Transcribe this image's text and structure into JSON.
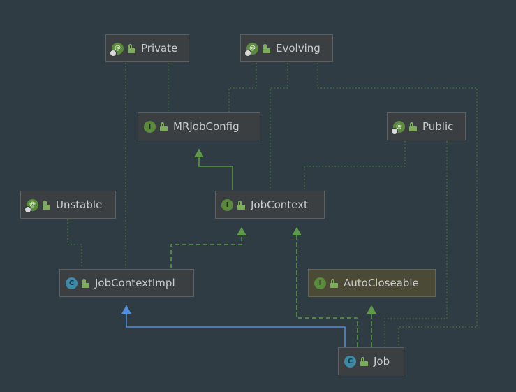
{
  "nodes": {
    "private": {
      "label": "Private",
      "kind": "annotation",
      "badge": "@"
    },
    "evolving": {
      "label": "Evolving",
      "kind": "annotation",
      "badge": "@"
    },
    "mrjobconfig": {
      "label": "MRJobConfig",
      "kind": "interface",
      "badge": "I"
    },
    "public": {
      "label": "Public",
      "kind": "annotation",
      "badge": "@"
    },
    "unstable": {
      "label": "Unstable",
      "kind": "annotation",
      "badge": "@"
    },
    "jobcontext": {
      "label": "JobContext",
      "kind": "interface",
      "badge": "I"
    },
    "jobcontextimpl": {
      "label": "JobContextImpl",
      "kind": "class",
      "badge": "C"
    },
    "autocloseable": {
      "label": "AutoCloseable",
      "kind": "interface",
      "badge": "I"
    },
    "job": {
      "label": "Job",
      "kind": "class",
      "badge": "C"
    }
  },
  "relations": [
    {
      "from": "jobcontext",
      "to": "mrjobconfig",
      "type": "extends"
    },
    {
      "from": "jobcontextimpl",
      "to": "jobcontext",
      "type": "implements"
    },
    {
      "from": "job",
      "to": "jobcontextimpl",
      "type": "extends"
    },
    {
      "from": "job",
      "to": "jobcontext",
      "type": "implements"
    },
    {
      "from": "job",
      "to": "autocloseable",
      "type": "implements"
    },
    {
      "from": "mrjobconfig",
      "to": "private",
      "type": "annotated"
    },
    {
      "from": "mrjobconfig",
      "to": "evolving",
      "type": "annotated"
    },
    {
      "from": "jobcontext",
      "to": "evolving",
      "type": "annotated"
    },
    {
      "from": "jobcontext",
      "to": "public",
      "type": "annotated"
    },
    {
      "from": "jobcontextimpl",
      "to": "private",
      "type": "annotated"
    },
    {
      "from": "jobcontextimpl",
      "to": "unstable",
      "type": "annotated"
    },
    {
      "from": "job",
      "to": "public",
      "type": "annotated"
    },
    {
      "from": "job",
      "to": "evolving",
      "type": "annotated"
    }
  ],
  "colors": {
    "background": "#2f3c43",
    "extends_interface": "#5f9a4a",
    "extends_class": "#4f8fe0",
    "annotation_link": "#4e8a3c"
  }
}
